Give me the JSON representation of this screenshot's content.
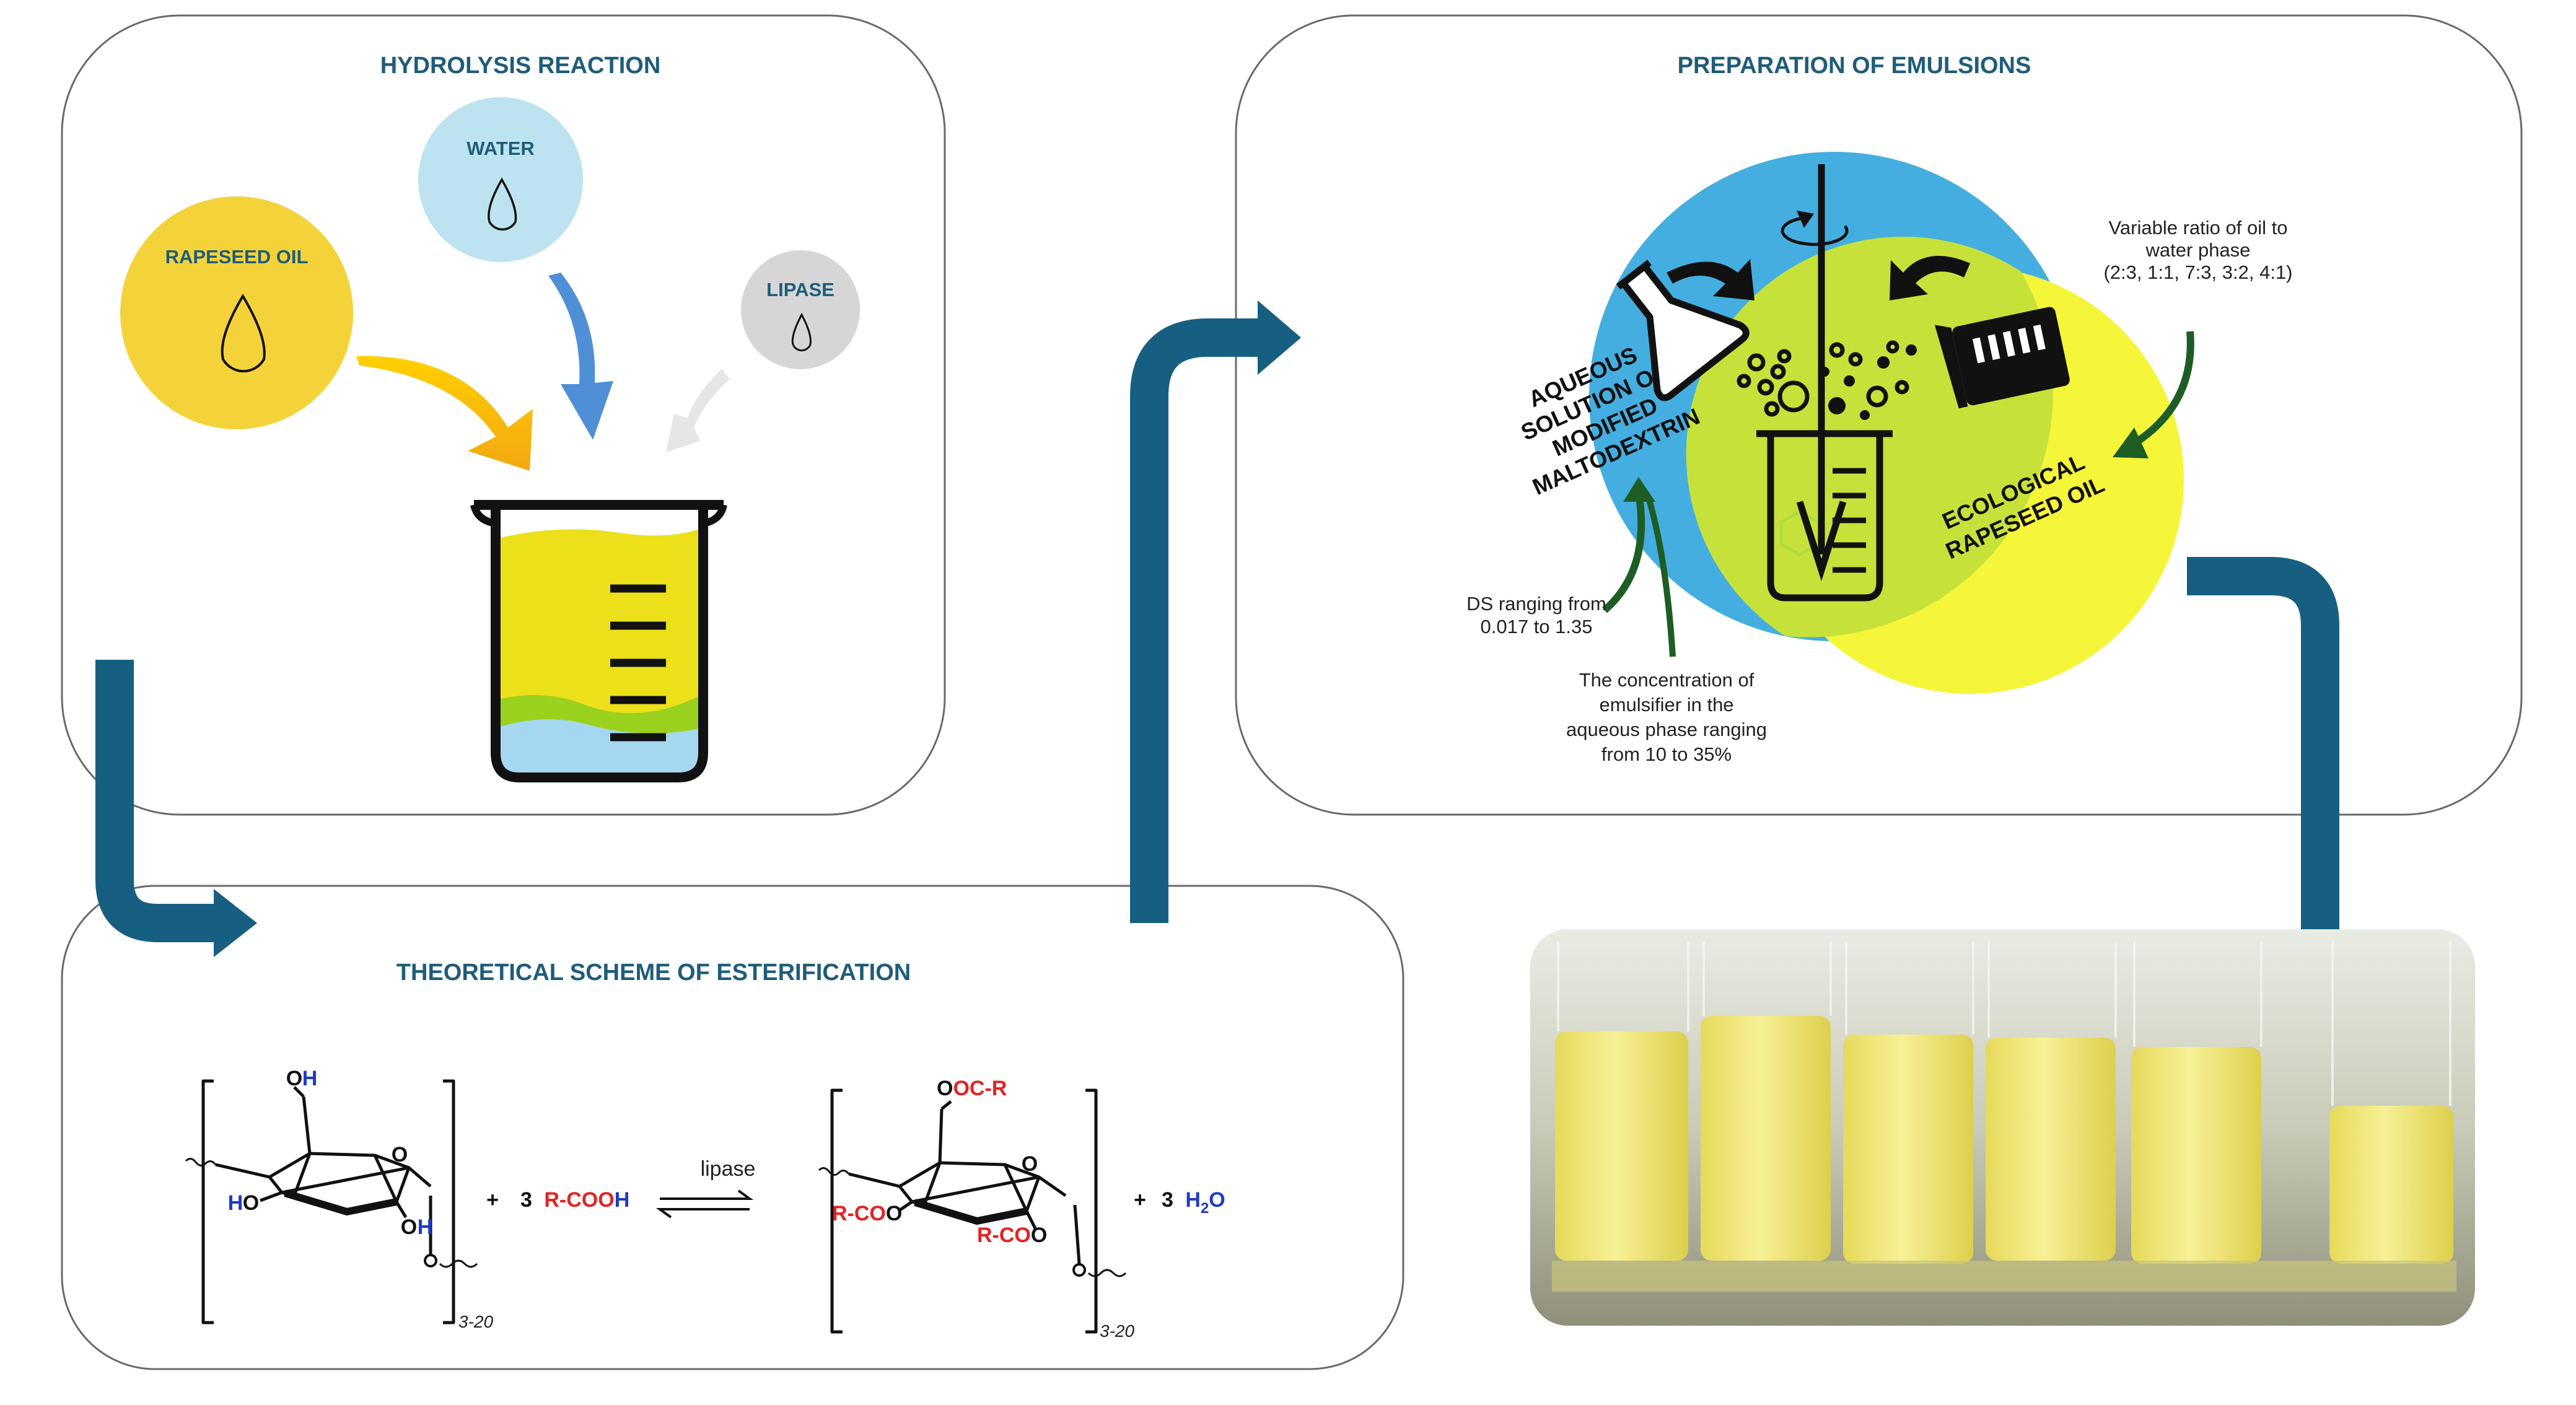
{
  "panels": {
    "hydrolysis": {
      "title": "HYDROLYSIS REACTION",
      "items": [
        "RAPESEED OIL",
        "WATER",
        "LIPASE"
      ]
    },
    "emulsions": {
      "title": "PREPARATION OF EMULSIONS",
      "blue_circle_label": [
        "AQUEOUS",
        "SOLUTION OF",
        "MODIFIED",
        "MALTODEXTRIN"
      ],
      "yellow_circle_label": [
        "ECOLOGICAL",
        "RAPESEED OIL"
      ],
      "note_ratio": [
        "Variable ratio of oil to",
        "water phase",
        "(2:3, 1:1, 7:3, 3:2, 4:1)"
      ],
      "note_ds": [
        "DS ranging from",
        "0.017 to 1.35"
      ],
      "note_concentration": [
        "The concentration of",
        "emulsifier in the",
        "aqueous phase  ranging",
        "from 10 to 35%"
      ]
    },
    "esterification": {
      "title": "THEORETICAL SCHEME OF ESTERIFICATION",
      "left_labels": {
        "oh_o": "O",
        "oh_h": "H",
        "ho_h": "H",
        "ho_o": "O",
        "oh2_o": "O",
        "oh2_h": "H",
        "ring_o": "O"
      },
      "plus1": "+",
      "reagent_coeff": "3",
      "reagent_rcoo": "R-CO",
      "reagent_o": "O",
      "reagent_h": "H",
      "catalyst": "lipase",
      "right_labels": {
        "ooc_o": "O",
        "ooc_r": "OC-R",
        "rcoo1_r": "R-CO",
        "rcoo1_o": "O",
        "rcoo2_r": "R-CO",
        "rcoo2_o": "O",
        "ring_o": "O"
      },
      "plus2": "+",
      "water_coeff": "3",
      "water_h": "H",
      "water_2": "2",
      "water_o": "O",
      "subscript": "3-20"
    }
  },
  "colors": {
    "arrow": "#175f80",
    "title": "#1f5c7a",
    "oil": "#f4d33a",
    "water": "#bde3f1",
    "lipase": "#d6d6d6",
    "venn_blue": "#45aee0",
    "venn_yellow": "#f5f53a",
    "venn_overlap": "#c6e23a",
    "red": "#e52222",
    "blue": "#1e3cc0"
  }
}
